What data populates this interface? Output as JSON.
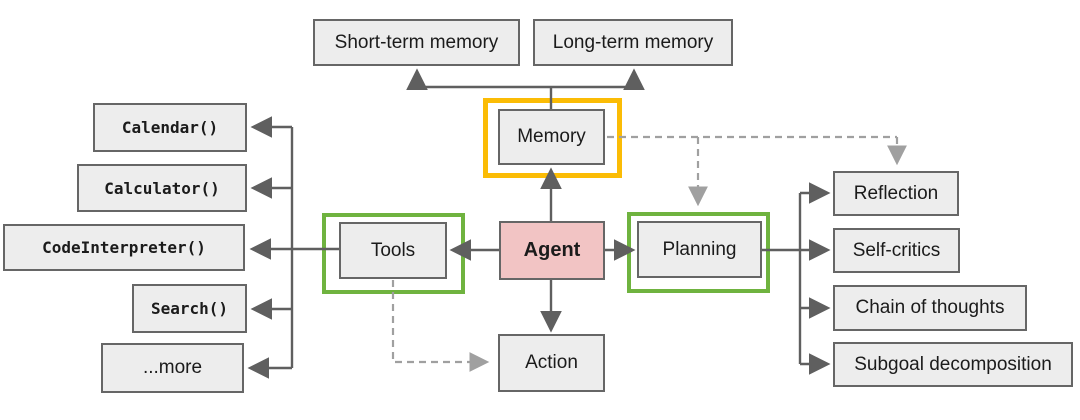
{
  "nodes": {
    "short_term_memory": {
      "label": "Short-term memory"
    },
    "long_term_memory": {
      "label": "Long-term memory"
    },
    "memory": {
      "label": "Memory"
    },
    "agent": {
      "label": "Agent"
    },
    "tools": {
      "label": "Tools"
    },
    "planning": {
      "label": "Planning"
    },
    "action": {
      "label": "Action"
    },
    "calendar": {
      "label": "Calendar()"
    },
    "calculator": {
      "label": "Calculator()"
    },
    "code_interpreter": {
      "label": "CodeInterpreter()"
    },
    "search": {
      "label": "Search()"
    },
    "more": {
      "label": "...more"
    },
    "reflection": {
      "label": "Reflection"
    },
    "self_critics": {
      "label": "Self-critics"
    },
    "chain_of_thoughts": {
      "label": "Chain of thoughts"
    },
    "subgoal_decomposition": {
      "label": "Subgoal decomposition"
    }
  },
  "edges": [
    {
      "from": "agent",
      "to": "memory",
      "style": "solid"
    },
    {
      "from": "memory",
      "to": "short_term_memory",
      "style": "solid"
    },
    {
      "from": "memory",
      "to": "long_term_memory",
      "style": "solid"
    },
    {
      "from": "agent",
      "to": "tools",
      "style": "solid"
    },
    {
      "from": "agent",
      "to": "planning",
      "style": "solid"
    },
    {
      "from": "agent",
      "to": "action",
      "style": "solid"
    },
    {
      "from": "tools",
      "to": "calendar",
      "style": "solid"
    },
    {
      "from": "tools",
      "to": "calculator",
      "style": "solid"
    },
    {
      "from": "tools",
      "to": "code_interpreter",
      "style": "solid"
    },
    {
      "from": "tools",
      "to": "search",
      "style": "solid"
    },
    {
      "from": "tools",
      "to": "more",
      "style": "solid"
    },
    {
      "from": "planning",
      "to": "reflection",
      "style": "solid"
    },
    {
      "from": "planning",
      "to": "self_critics",
      "style": "solid"
    },
    {
      "from": "planning",
      "to": "chain_of_thoughts",
      "style": "solid"
    },
    {
      "from": "planning",
      "to": "subgoal_decomposition",
      "style": "solid"
    },
    {
      "from": "memory",
      "to": "planning",
      "style": "dashed"
    },
    {
      "from": "memory",
      "to": "reflection",
      "style": "dashed"
    },
    {
      "from": "tools",
      "to": "action",
      "style": "dashed"
    }
  ],
  "colors": {
    "node_fill": "#ededed",
    "node_border": "#666666",
    "agent_fill": "#f2c4c4",
    "memory_highlight": "#fbbc05",
    "tools_highlight": "#6fb33f",
    "planning_highlight": "#6fb33f",
    "solid_line": "#5f5f5f",
    "dashed_line": "#a0a0a0",
    "background": "#ffffff",
    "text_color": "#1b1b1b"
  }
}
